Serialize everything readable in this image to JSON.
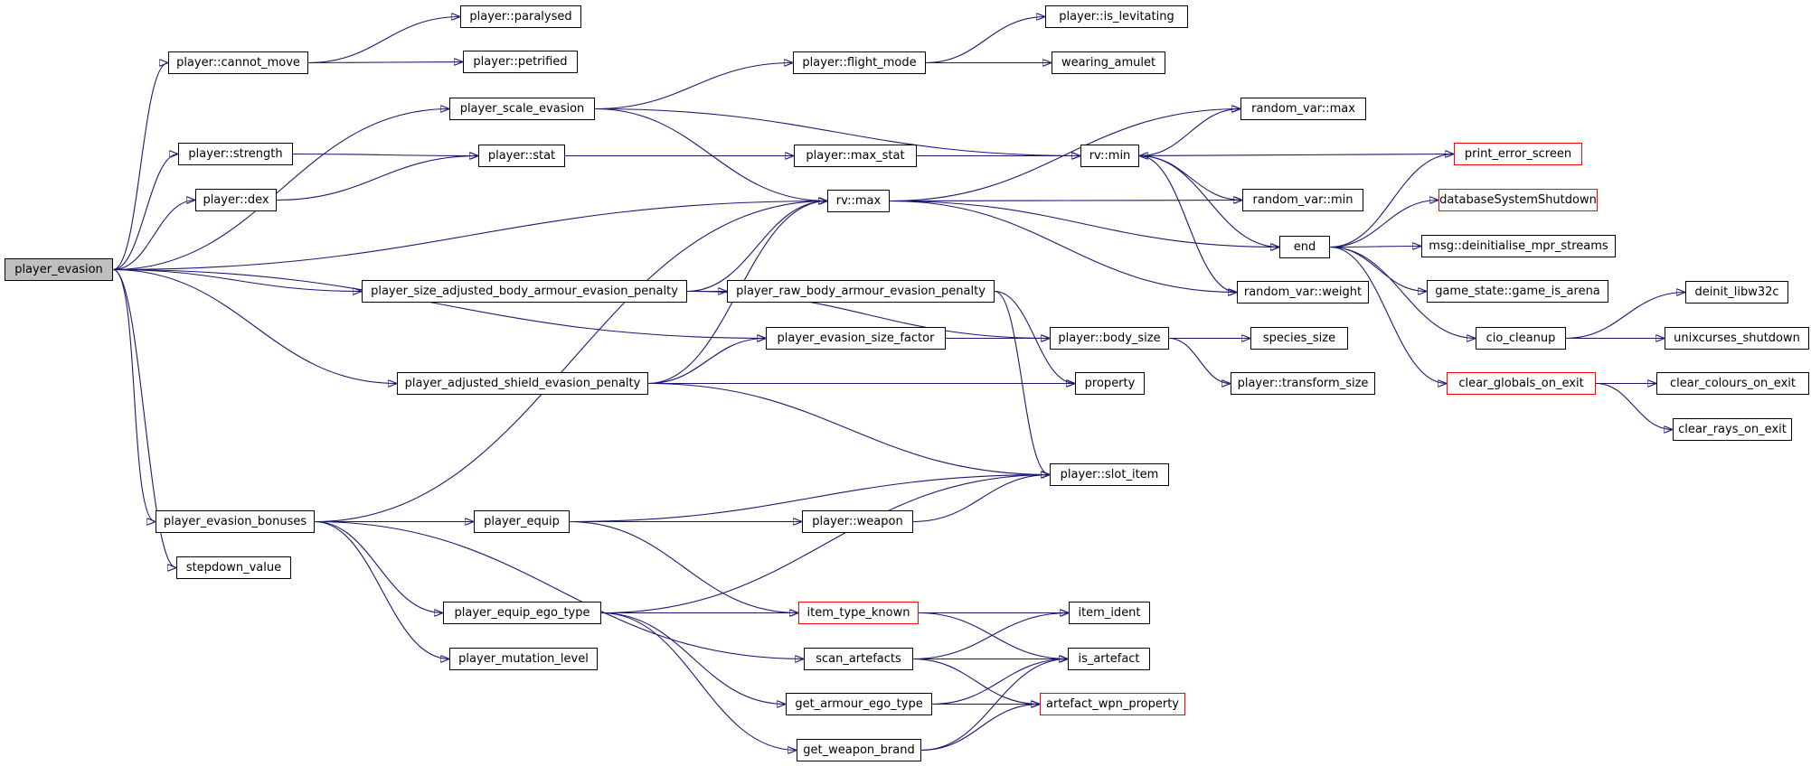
{
  "graph": {
    "edge_color": "#191970",
    "node_border_color": "#000000",
    "undocumented_border_color": "#ff0000",
    "root_fill_color": "#bfbfbf",
    "nodes": [
      {
        "id": "player_evasion",
        "label": "player_evasion",
        "root": true
      },
      {
        "id": "cannot_move",
        "label": "player::cannot_move"
      },
      {
        "id": "paralysed",
        "label": "player::paralysed"
      },
      {
        "id": "petrified",
        "label": "player::petrified"
      },
      {
        "id": "scale_evasion",
        "label": "player_scale_evasion"
      },
      {
        "id": "flight_mode",
        "label": "player::flight_mode"
      },
      {
        "id": "is_levitating",
        "label": "player::is_levitating"
      },
      {
        "id": "wearing_amulet",
        "label": "wearing_amulet"
      },
      {
        "id": "rv_min",
        "label": "rv::min"
      },
      {
        "id": "rv_max",
        "label": "rv::max"
      },
      {
        "id": "strength",
        "label": "player::strength"
      },
      {
        "id": "stat",
        "label": "player::stat"
      },
      {
        "id": "max_stat",
        "label": "player::max_stat"
      },
      {
        "id": "dex",
        "label": "player::dex"
      },
      {
        "id": "random_var_max",
        "label": "random_var::max"
      },
      {
        "id": "random_var_min",
        "label": "random_var::min"
      },
      {
        "id": "random_var_weight",
        "label": "random_var::weight"
      },
      {
        "id": "end",
        "label": "end"
      },
      {
        "id": "print_error_screen",
        "label": "print_error_screen",
        "red": true
      },
      {
        "id": "databaseSystemShutdown",
        "label": "databaseSystemShutdown",
        "red": true
      },
      {
        "id": "deinitialise",
        "label": "msg::deinitialise_mpr_streams"
      },
      {
        "id": "game_is_arena",
        "label": "game_state::game_is_arena"
      },
      {
        "id": "cio_cleanup",
        "label": "cio_cleanup"
      },
      {
        "id": "deinit_libw32c",
        "label": "deinit_libw32c"
      },
      {
        "id": "unixcurses_shutdown",
        "label": "unixcurses_shutdown"
      },
      {
        "id": "clear_globals_on_exit",
        "label": "clear_globals_on_exit",
        "red": true
      },
      {
        "id": "clear_colours_on_exit",
        "label": "clear_colours_on_exit"
      },
      {
        "id": "clear_rays_on_exit",
        "label": "clear_rays_on_exit"
      },
      {
        "id": "size_adj_penalty",
        "label": "player_size_adjusted_body_armour_evasion_penalty"
      },
      {
        "id": "raw_penalty",
        "label": "player_raw_body_armour_evasion_penalty"
      },
      {
        "id": "size_factor",
        "label": "player_evasion_size_factor"
      },
      {
        "id": "body_size",
        "label": "player::body_size"
      },
      {
        "id": "species_size",
        "label": "species_size"
      },
      {
        "id": "transform_size",
        "label": "player::transform_size"
      },
      {
        "id": "shield_penalty",
        "label": "player_adjusted_shield_evasion_penalty"
      },
      {
        "id": "property",
        "label": "property"
      },
      {
        "id": "slot_item",
        "label": "player::slot_item"
      },
      {
        "id": "evasion_bonuses",
        "label": "player_evasion_bonuses"
      },
      {
        "id": "player_equip",
        "label": "player_equip"
      },
      {
        "id": "weapon",
        "label": "player::weapon"
      },
      {
        "id": "stepdown_value",
        "label": "stepdown_value"
      },
      {
        "id": "equip_ego_type",
        "label": "player_equip_ego_type"
      },
      {
        "id": "item_type_known",
        "label": "item_type_known",
        "red": true
      },
      {
        "id": "item_ident",
        "label": "item_ident"
      },
      {
        "id": "scan_artefacts",
        "label": "scan_artefacts"
      },
      {
        "id": "is_artefact",
        "label": "is_artefact"
      },
      {
        "id": "mutation_level",
        "label": "player_mutation_level"
      },
      {
        "id": "armour_ego_type",
        "label": "get_armour_ego_type"
      },
      {
        "id": "artefact_wpn_property",
        "label": "artefact_wpn_property",
        "red": true
      },
      {
        "id": "weapon_brand",
        "label": "get_weapon_brand"
      }
    ],
    "edges": [
      [
        "player_evasion",
        "cannot_move"
      ],
      [
        "player_evasion",
        "scale_evasion"
      ],
      [
        "player_evasion",
        "strength"
      ],
      [
        "player_evasion",
        "dex"
      ],
      [
        "player_evasion",
        "rv_max"
      ],
      [
        "player_evasion",
        "size_adj_penalty"
      ],
      [
        "player_evasion",
        "size_factor"
      ],
      [
        "player_evasion",
        "shield_penalty"
      ],
      [
        "player_evasion",
        "evasion_bonuses"
      ],
      [
        "player_evasion",
        "stepdown_value"
      ],
      [
        "cannot_move",
        "paralysed"
      ],
      [
        "cannot_move",
        "petrified"
      ],
      [
        "scale_evasion",
        "flight_mode"
      ],
      [
        "scale_evasion",
        "rv_min"
      ],
      [
        "scale_evasion",
        "rv_max"
      ],
      [
        "flight_mode",
        "is_levitating"
      ],
      [
        "flight_mode",
        "wearing_amulet"
      ],
      [
        "strength",
        "stat"
      ],
      [
        "dex",
        "stat"
      ],
      [
        "stat",
        "max_stat"
      ],
      [
        "max_stat",
        "rv_min"
      ],
      [
        "rv_min",
        "random_var_max"
      ],
      [
        "rv_min",
        "random_var_min"
      ],
      [
        "rv_min",
        "end"
      ],
      [
        "rv_min",
        "random_var_weight"
      ],
      [
        "rv_max",
        "random_var_max"
      ],
      [
        "rv_max",
        "random_var_min"
      ],
      [
        "rv_max",
        "end"
      ],
      [
        "rv_max",
        "random_var_weight"
      ],
      [
        "print_error_screen",
        "rv_min"
      ],
      [
        "end",
        "print_error_screen"
      ],
      [
        "end",
        "databaseSystemShutdown"
      ],
      [
        "end",
        "deinitialise"
      ],
      [
        "end",
        "game_is_arena"
      ],
      [
        "end",
        "cio_cleanup"
      ],
      [
        "end",
        "clear_globals_on_exit"
      ],
      [
        "cio_cleanup",
        "deinit_libw32c"
      ],
      [
        "cio_cleanup",
        "unixcurses_shutdown"
      ],
      [
        "clear_globals_on_exit",
        "clear_colours_on_exit"
      ],
      [
        "clear_globals_on_exit",
        "clear_rays_on_exit"
      ],
      [
        "size_adj_penalty",
        "raw_penalty"
      ],
      [
        "size_adj_penalty",
        "rv_max"
      ],
      [
        "size_adj_penalty",
        "body_size"
      ],
      [
        "raw_penalty",
        "property"
      ],
      [
        "raw_penalty",
        "slot_item"
      ],
      [
        "size_factor",
        "body_size"
      ],
      [
        "body_size",
        "species_size"
      ],
      [
        "body_size",
        "transform_size"
      ],
      [
        "shield_penalty",
        "rv_max"
      ],
      [
        "shield_penalty",
        "size_factor"
      ],
      [
        "shield_penalty",
        "property"
      ],
      [
        "shield_penalty",
        "slot_item"
      ],
      [
        "evasion_bonuses",
        "rv_max"
      ],
      [
        "evasion_bonuses",
        "player_equip"
      ],
      [
        "evasion_bonuses",
        "equip_ego_type"
      ],
      [
        "evasion_bonuses",
        "mutation_level"
      ],
      [
        "evasion_bonuses",
        "scan_artefacts"
      ],
      [
        "player_equip",
        "slot_item"
      ],
      [
        "player_equip",
        "weapon"
      ],
      [
        "player_equip",
        "item_type_known"
      ],
      [
        "weapon",
        "slot_item"
      ],
      [
        "equip_ego_type",
        "slot_item"
      ],
      [
        "equip_ego_type",
        "item_type_known"
      ],
      [
        "equip_ego_type",
        "armour_ego_type"
      ],
      [
        "equip_ego_type",
        "weapon_brand"
      ],
      [
        "item_type_known",
        "item_ident"
      ],
      [
        "item_type_known",
        "is_artefact"
      ],
      [
        "scan_artefacts",
        "item_ident"
      ],
      [
        "scan_artefacts",
        "is_artefact"
      ],
      [
        "scan_artefacts",
        "artefact_wpn_property"
      ],
      [
        "armour_ego_type",
        "is_artefact"
      ],
      [
        "armour_ego_type",
        "artefact_wpn_property"
      ],
      [
        "weapon_brand",
        "is_artefact"
      ],
      [
        "weapon_brand",
        "artefact_wpn_property"
      ]
    ]
  }
}
